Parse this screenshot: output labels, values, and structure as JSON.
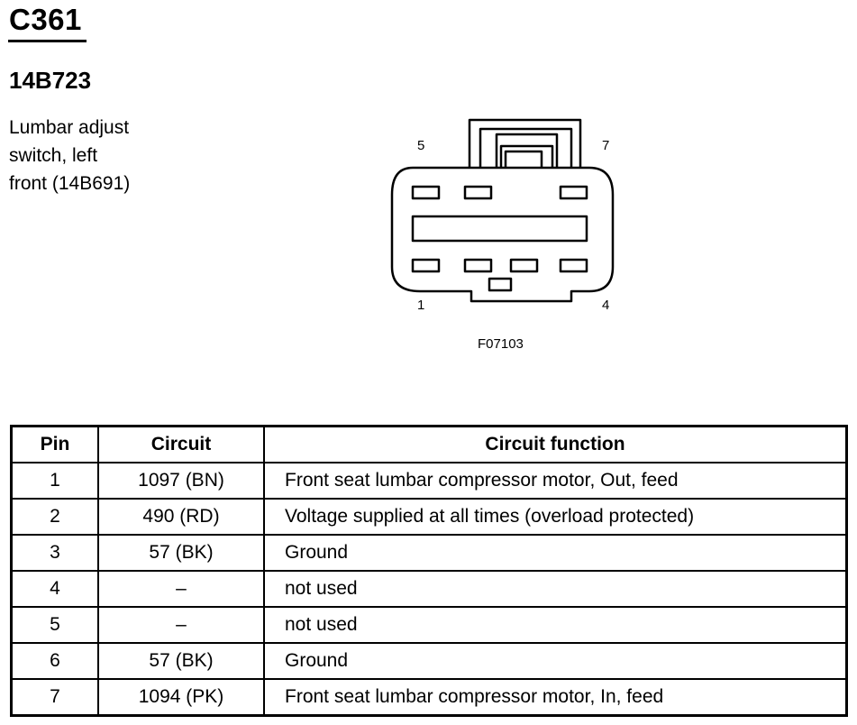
{
  "header": {
    "connector_id": "C361",
    "part_number": "14B723",
    "description_lines": [
      "Lumbar adjust",
      "switch, left",
      "front (14B691)"
    ]
  },
  "diagram": {
    "pin_labels": {
      "top_left": "5",
      "top_right": "7",
      "bottom_left": "1",
      "bottom_right": "4"
    },
    "figure_id": "F07103"
  },
  "table": {
    "headers": {
      "pin": "Pin",
      "circuit": "Circuit",
      "function": "Circuit function"
    },
    "rows": [
      {
        "pin": "1",
        "circuit": "1097 (BN)",
        "function": "Front seat lumbar compressor motor, Out, feed"
      },
      {
        "pin": "2",
        "circuit": "490 (RD)",
        "function": "Voltage supplied at all times (overload protected)"
      },
      {
        "pin": "3",
        "circuit": "57 (BK)",
        "function": "Ground"
      },
      {
        "pin": "4",
        "circuit": "–",
        "function": "not used"
      },
      {
        "pin": "5",
        "circuit": "–",
        "function": "not used"
      },
      {
        "pin": "6",
        "circuit": "57 (BK)",
        "function": "Ground"
      },
      {
        "pin": "7",
        "circuit": "1094 (PK)",
        "function": "Front seat lumbar compressor motor, In, feed"
      }
    ]
  }
}
